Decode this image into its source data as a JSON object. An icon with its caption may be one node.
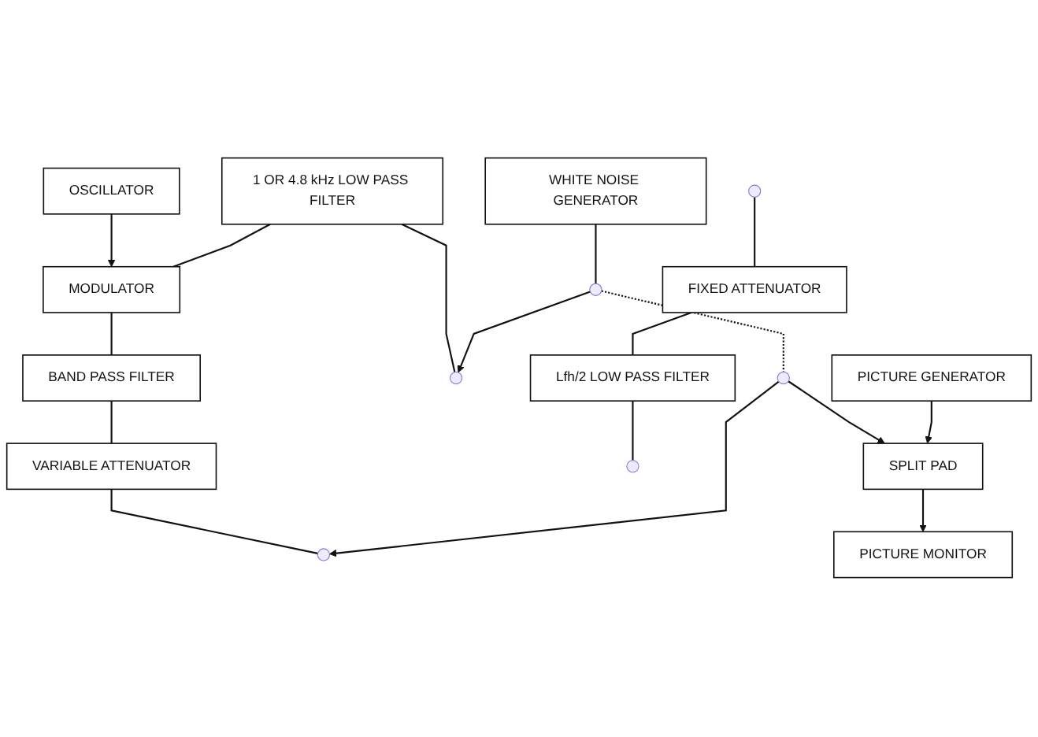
{
  "diagram": {
    "nodes": [
      {
        "text": [
          "WHITE NOISE GENERATOR"
        ]
      },
      {
        "text": [
          "OSCILLATOR"
        ]
      },
      {
        "text": [
          "1 OR 4.8 kHz LOW PASS FILTER"
        ]
      },
      {
        "text": [
          "MODULATOR"
        ]
      },
      {
        "text": [
          "BAND PASS FILTER"
        ]
      },
      {
        "text": [
          "VARIABLE ATTENUATOR"
        ]
      },
      {
        "text": [],
        "shape": "circle"
      },
      {
        "text": [],
        "shape": "circle"
      },
      {
        "text": [],
        "shape": "circle"
      },
      {
        "text": [],
        "shape": "circle"
      },
      {
        "text": [],
        "shape": "circle"
      },
      {
        "text": [],
        "shape": "circle"
      },
      {
        "text": [
          "FIXED ATTENUATOR"
        ]
      },
      {
        "text": [
          "Lfh/2 LOW PASS FILTER"
        ]
      },
      {
        "text": [
          "PICTURE GENERATOR"
        ]
      },
      {
        "text": [
          "SPLIT PAD"
        ]
      },
      {
        "text": [
          "PICTURE MONITOR"
        ]
      }
    ],
    "edges": [
      {
        "from": 0,
        "to": 8,
        "arrow": "none"
      },
      {
        "from": 1,
        "to": 3,
        "arrow": "to"
      },
      {
        "from": 2,
        "to": 3,
        "arrow": "none"
      },
      {
        "from": 3,
        "to": 4,
        "arrow": "none"
      },
      {
        "from": 4,
        "to": 5,
        "arrow": "none"
      },
      {
        "from": 2,
        "to": 6,
        "arrow": "none"
      },
      {
        "from": 8,
        "to": 6,
        "arrow": "to"
      },
      {
        "from": 5,
        "to": 7,
        "arrow": "none"
      },
      {
        "from": 9,
        "to": 7,
        "arrow": "to"
      },
      {
        "from": 8,
        "to": 9,
        "arrow": "none",
        "style": "dashed"
      },
      {
        "from": 10,
        "to": 12,
        "arrow": "none"
      },
      {
        "from": 12,
        "to": 13,
        "arrow": "none"
      },
      {
        "from": 13,
        "to": 11,
        "arrow": "none"
      },
      {
        "from": 9,
        "to": 15,
        "arrow": "to"
      },
      {
        "from": 14,
        "to": 15,
        "arrow": "to"
      },
      {
        "from": 15,
        "to": 16,
        "arrow": "to"
      }
    ]
  }
}
